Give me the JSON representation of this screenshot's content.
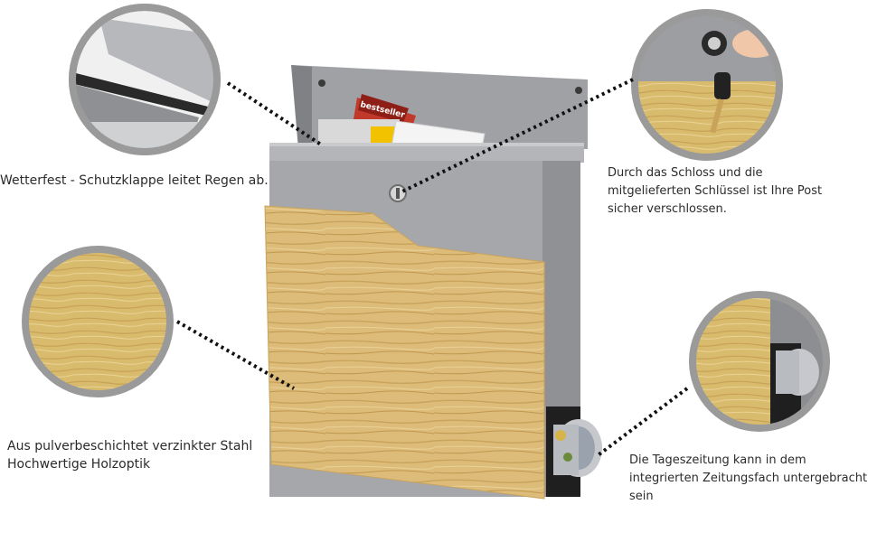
{
  "captions": {
    "weather": "Wetterfest - Schutzklappe leitet Regen ab.",
    "lock": [
      "Durch das Schloss und die",
      "mitgelieferten Schlüssel ist Ihre Post",
      "sicher verschlossen."
    ],
    "material": [
      "Aus pulverbeschichtet verzinkter Stahl",
      "Hochwertige Holzoptik"
    ],
    "newspaper": [
      "Die Tageszeitung kann in dem",
      "integrierten Zeitungsfach untergebracht",
      "sein"
    ]
  },
  "printed_text": {
    "magazine_label": "bestseller"
  },
  "colors": {
    "steel": "#a3a5a8",
    "steel_dark": "#8c8e91",
    "wood": "#d9b873",
    "wood_grain": "#c39a4f",
    "ring": "#9a9a9a",
    "dots": "#111111"
  }
}
